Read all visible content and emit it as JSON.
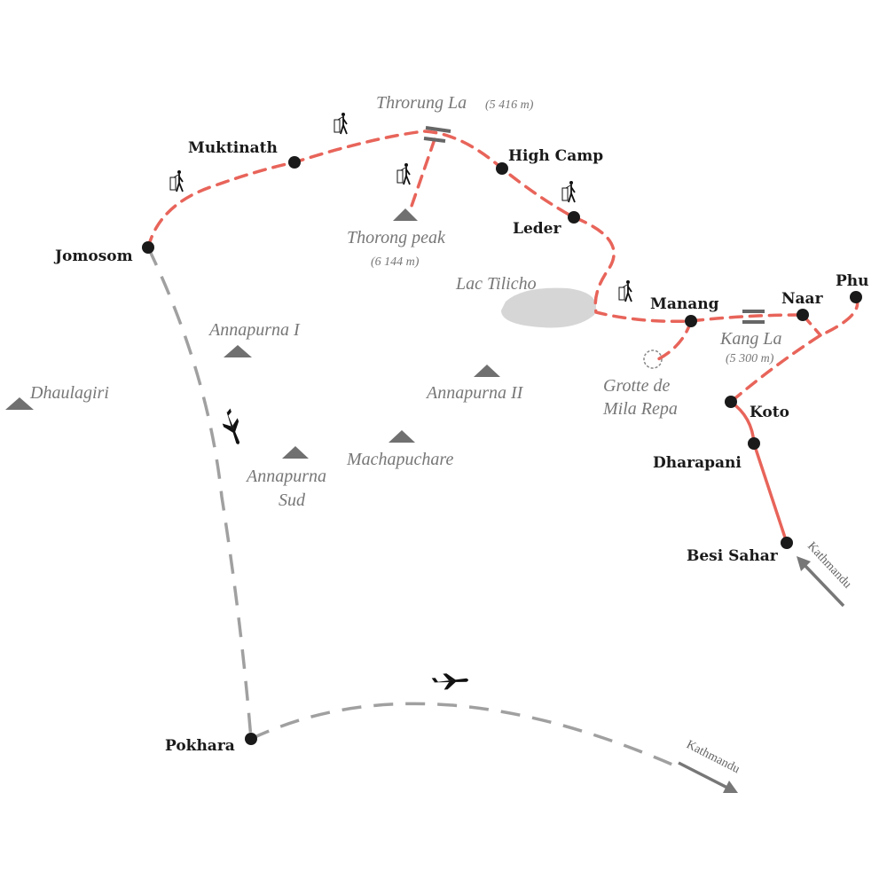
{
  "towns": {
    "jomosom": "Jomosom",
    "muktinath": "Muktinath",
    "high_camp": "High Camp",
    "leder": "Leder",
    "manang": "Manang",
    "naar": "Naar",
    "phu": "Phu",
    "koto": "Koto",
    "dharapani": "Dharapani",
    "besi_sahar": "Besi Sahar",
    "pokhara": "Pokhara"
  },
  "passes": {
    "throrung_la": "Throrung La",
    "throrung_la_alt": "(5 416 m)",
    "kang_la": "Kang La",
    "kang_la_alt": "(5 300 m)"
  },
  "peaks": {
    "thorong_peak": "Thorong peak",
    "thorong_peak_alt": "(6 144 m)",
    "annapurna_i": "Annapurna I",
    "dhaulagiri": "Dhaulagiri",
    "annapurna_ii": "Annapurna II",
    "machapuchare": "Machapuchare",
    "annapurna_sud_1": "Annapurna",
    "annapurna_sud_2": "Sud"
  },
  "features": {
    "lake": "Lac Tilicho",
    "grotte_1": "Grotte de",
    "grotte_2": "Mila Repa"
  },
  "directions": {
    "kathmandu_road": "Kathmandu",
    "kathmandu_air": "Kathmandu"
  },
  "colors": {
    "route": "#e8645a",
    "flight": "#a0a0a0",
    "peak": "#707070"
  }
}
